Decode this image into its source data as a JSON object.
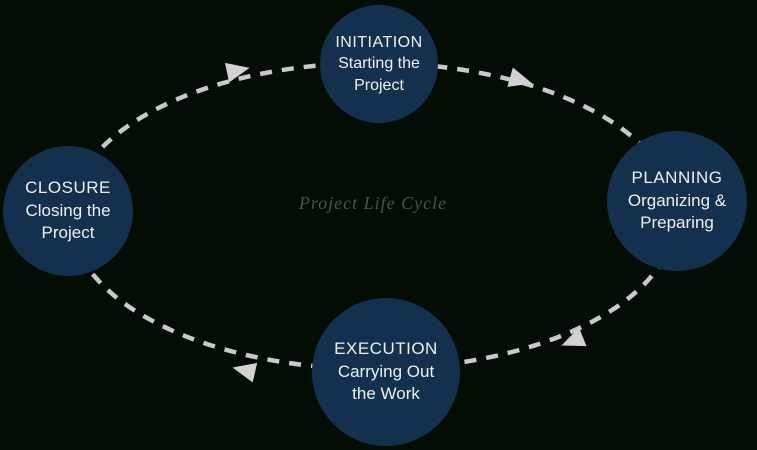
{
  "diagram": {
    "title": "Project Life Cycle",
    "type": "cycle",
    "nodes": [
      {
        "id": "initiation",
        "label": "INITIATION",
        "sublabel_lines": [
          "Starting the",
          "Project"
        ]
      },
      {
        "id": "planning",
        "label": "PLANNING",
        "sublabel_lines": [
          "Organizing &",
          "Preparing"
        ]
      },
      {
        "id": "execution",
        "label": "EXECUTION",
        "sublabel_lines": [
          "Carrying Out",
          "the Work"
        ]
      },
      {
        "id": "closure",
        "label": "CLOSURE",
        "sublabel_lines": [
          "Closing the",
          "Project"
        ]
      }
    ],
    "flow": [
      "CLOSURE → INITIATION",
      "INITIATION → PLANNING",
      "PLANNING → EXECUTION",
      "EXECUTION → CLOSURE"
    ],
    "colors": {
      "background": "#040d04",
      "node_fill": "#13304f",
      "node_text": "#f0f0f0",
      "path_dash": "#c9c9c9",
      "arrowhead": "#d2d2d2",
      "center_title": "#4f4f4f"
    }
  }
}
